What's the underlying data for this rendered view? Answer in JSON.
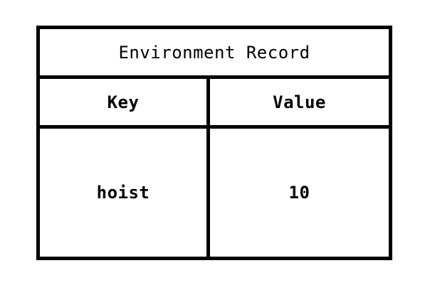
{
  "record": {
    "title": "Environment Record",
    "headers": {
      "key": "Key",
      "value": "Value"
    },
    "rows": [
      {
        "key": "hoist",
        "value": "10"
      }
    ]
  }
}
